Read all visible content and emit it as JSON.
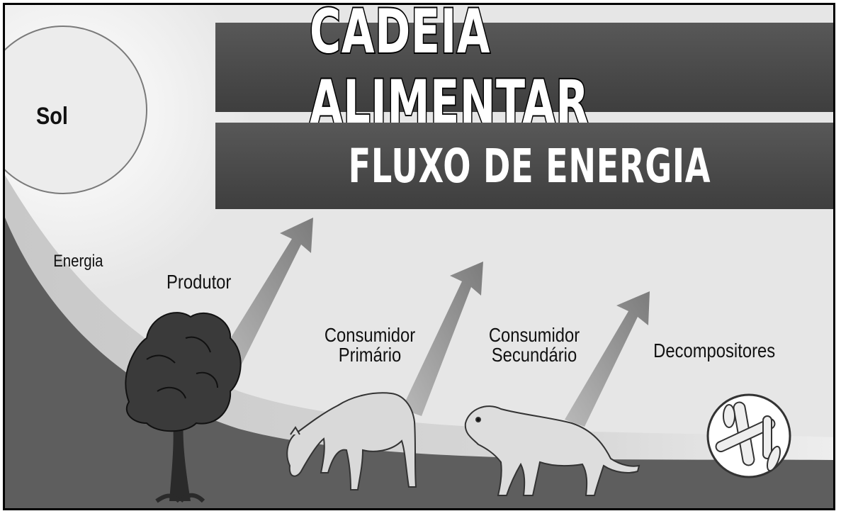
{
  "title": "CADEIA ALIMENTAR",
  "subtitle": "FLUXO DE ENERGIA",
  "labels": {
    "sun": "Sol",
    "energy": "Energia",
    "producer": "Produtor",
    "primary_consumer": [
      "Consumidor",
      "Primário"
    ],
    "secondary_consumer": [
      "Consumidor",
      "Secundário"
    ],
    "decomposers": "Decompositores"
  },
  "icons": {
    "sun": "sun-circle-icon",
    "tree": "tree-icon",
    "herbivore": "llama-icon",
    "carnivore": "lion-icon",
    "decomposer": "bacteria-icon"
  },
  "colors": {
    "ground": "#5e5e5e",
    "energy_band": "#cfcfcf",
    "sun_glow": "#f2f2f2",
    "title_band": "#4a4a4a",
    "arrow": "#8a8a8a"
  }
}
